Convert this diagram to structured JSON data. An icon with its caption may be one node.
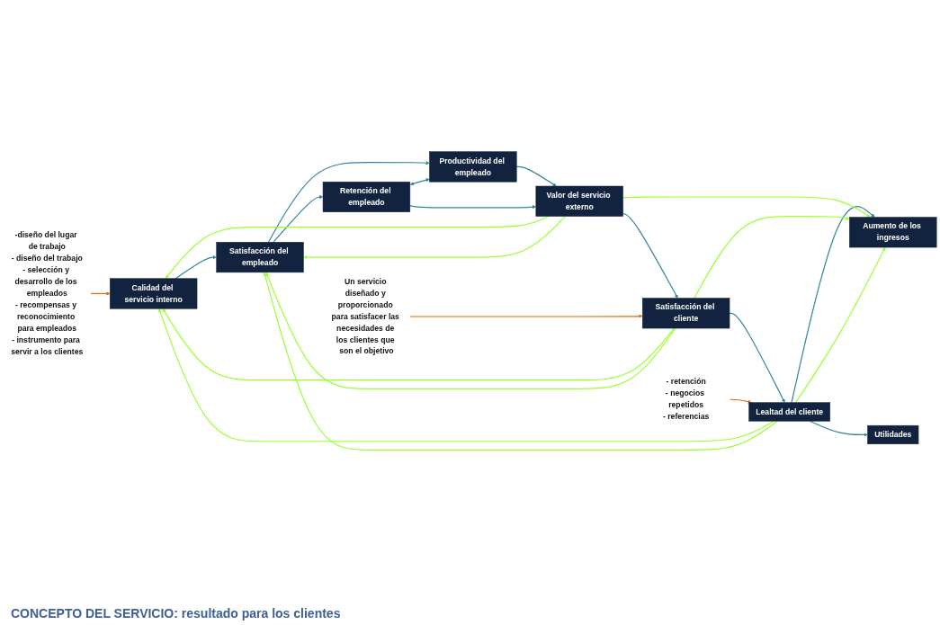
{
  "diagram": {
    "nodes": [
      {
        "text": [
          "Calidad del servicio interno"
        ]
      },
      {
        "text": [
          "Productividad del empleado"
        ]
      },
      {
        "text": [
          "Satisfacción del empleado"
        ]
      },
      {
        "text": [
          "Valor del servicio externo"
        ]
      },
      {
        "text": [
          "Satisfacción del cliente"
        ]
      },
      {
        "text": [
          "Lealtad del cliente"
        ]
      },
      {
        "text": [
          "Aumento de los ingresos"
        ]
      },
      {
        "text": [
          "Retención del empleado"
        ]
      },
      {
        "text": [
          "Utilidades"
        ]
      },
      {
        "text": [
          "-diseño del lugar de trabajo",
          "- diseño del trabajo",
          "- selección y desarrollo de los empleados",
          "- recompensas y reconocimiento para empleados",
          "- instrumento para servir a los clientes"
        ]
      },
      {
        "text": [
          "Un servicio diseñado y proporcionado para satisfacer las necesidades de los clientes que son el objetivo"
        ]
      },
      {
        "text": [
          "- retención",
          "- negocios repetidos",
          "- referencias"
        ]
      }
    ],
    "edges": [
      {
        "from": 0,
        "to": 2,
        "arrow": "to"
      },
      {
        "from": 2,
        "to": 1,
        "arrow": "to"
      },
      {
        "from": 2,
        "to": 7,
        "arrow": "to"
      },
      {
        "from": 7,
        "to": 1,
        "arrow": "both"
      },
      {
        "from": 1,
        "to": 3,
        "arrow": "to"
      },
      {
        "from": 7,
        "to": 3,
        "arrow": "to"
      },
      {
        "from": 3,
        "to": 4,
        "arrow": "to"
      },
      {
        "from": 4,
        "to": 5,
        "arrow": "to"
      },
      {
        "from": 5,
        "to": 6,
        "arrow": "to"
      },
      {
        "from": 5,
        "to": 8,
        "arrow": "to"
      },
      {
        "from": 9,
        "to": 0,
        "arrow": "to",
        "color": "#e46c0a"
      },
      {
        "from": 10,
        "to": 4,
        "arrow": "to",
        "color": "#e46c0a"
      },
      {
        "from": 11,
        "to": 5,
        "arrow": "to",
        "color": "#e46c0a"
      },
      {
        "from": 3,
        "to": 0,
        "arrow": "to",
        "color": "#99ff33"
      },
      {
        "from": 3,
        "to": 2,
        "arrow": "to",
        "color": "#99ff33"
      },
      {
        "from": 3,
        "to": 6,
        "arrow": "to",
        "color": "#99ff33"
      },
      {
        "from": 4,
        "to": 0,
        "arrow": "to",
        "color": "#99ff33"
      },
      {
        "from": 4,
        "to": 2,
        "arrow": "to",
        "color": "#99ff33"
      },
      {
        "from": 4,
        "to": 6,
        "arrow": "to",
        "color": "#99ff33"
      },
      {
        "from": 5,
        "to": 0,
        "arrow": "to",
        "color": "#99ff33"
      },
      {
        "from": 5,
        "to": 2,
        "arrow": "to",
        "color": "#99ff33"
      },
      {
        "from": 5,
        "to": 6,
        "arrow": "to",
        "color": "#99ff33"
      }
    ],
    "labels": [
      "CONCEPTO DEL SERVICIO: resultado para los clientes"
    ]
  }
}
